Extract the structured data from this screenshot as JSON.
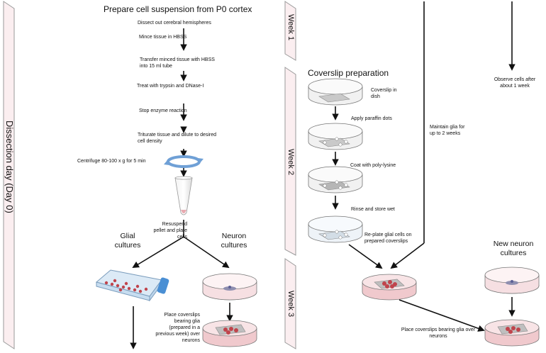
{
  "side_labels": {
    "dissection_day": "Dissection day (Day 0)",
    "week1": "Week 1",
    "week2": "Week 2",
    "week3": "Week 3"
  },
  "left_column": {
    "title": "Prepare cell suspension from P0 cortex",
    "steps": [
      "Dissect out cerebral hemispheres",
      "Mince tissue in HBSS",
      "Transfer minced tissue with HBSS into 15 ml tube",
      "Treat with trypsin and DNase-I",
      "Stop enzyme reaction",
      "Triturate tissue and dilute to desired cell density",
      "Centrifuge 80-100 x g for 5 min",
      "Resuspend pellet and plate cells"
    ],
    "glial_cultures": "Glial cultures",
    "neuron_cultures": "Neuron cultures",
    "place_coverslips": "Place coverslips bearing glia (prepared in a previous week) over neurons"
  },
  "right_column": {
    "title": "Coverslip preparation",
    "steps": [
      "Coverslip in dish",
      "Apply paraffin dots",
      "Coat with poly-lysine",
      "Rinse and store wet",
      "Re-plate glial cells on prepared coverslips"
    ],
    "maintain_glia": "Maintain glia for up to 2 weeks",
    "observe_cells": "Observe cells after about 1 week",
    "new_neuron_cultures": "New neuron cultures",
    "place_coverslips": "Place coverslips bearing glia over neurons"
  },
  "colors": {
    "band_fill": "#fbeef0",
    "band_stroke": "#9a9a9a",
    "dish_stroke": "#777777",
    "medium_pink": "#f0c9cd",
    "cell_red": "#c0444c",
    "rotate_blue": "#6fa0d6"
  }
}
